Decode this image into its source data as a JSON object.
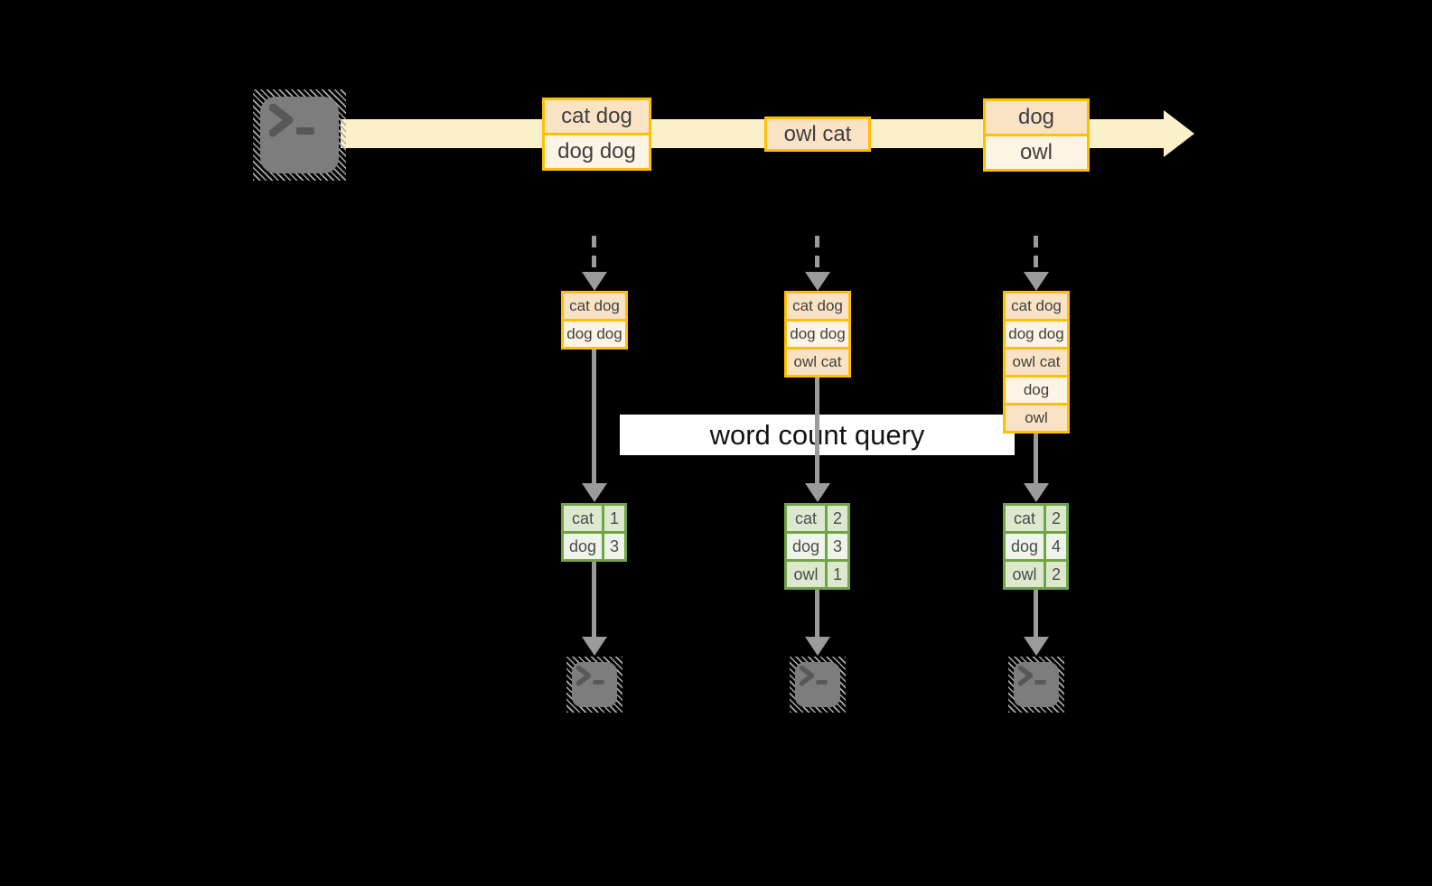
{
  "colors": {
    "background": "#000000",
    "stream_band": "#FAF0CA",
    "orange_border": "#FFC003",
    "row_peach": "#FAE3C5",
    "row_cream": "#FDF4E5",
    "green_border": "#71A447",
    "cell_green_dark": "#DCE9CF",
    "cell_green_light": "#EFF4EB",
    "arrow_gray": "#9B9B9B",
    "terminal_gray": "#7D7D7D",
    "banner_bg": "#FFFFFF",
    "text_dark": "#3F3F3F"
  },
  "icons": {
    "source": "terminal-prompt-icon",
    "sink": "terminal-prompt-icon"
  },
  "stream": {
    "batches": [
      {
        "rows": [
          "cat dog",
          "dog dog"
        ]
      },
      {
        "rows": [
          "owl cat"
        ]
      },
      {
        "rows": [
          "dog",
          "owl"
        ]
      }
    ]
  },
  "query_banner": {
    "label": "word count query"
  },
  "columns": [
    {
      "state_rows": [
        "cat dog",
        "dog dog"
      ],
      "counts": [
        {
          "word": "cat",
          "value": "1"
        },
        {
          "word": "dog",
          "value": "3"
        }
      ]
    },
    {
      "state_rows": [
        "cat dog",
        "dog dog",
        "owl cat"
      ],
      "counts": [
        {
          "word": "cat",
          "value": "2"
        },
        {
          "word": "dog",
          "value": "3"
        },
        {
          "word": "owl",
          "value": "1"
        }
      ]
    },
    {
      "state_rows": [
        "cat dog",
        "dog dog",
        "owl cat",
        "dog",
        "owl"
      ],
      "counts": [
        {
          "word": "cat",
          "value": "2"
        },
        {
          "word": "dog",
          "value": "4"
        },
        {
          "word": "owl",
          "value": "2"
        }
      ]
    }
  ]
}
